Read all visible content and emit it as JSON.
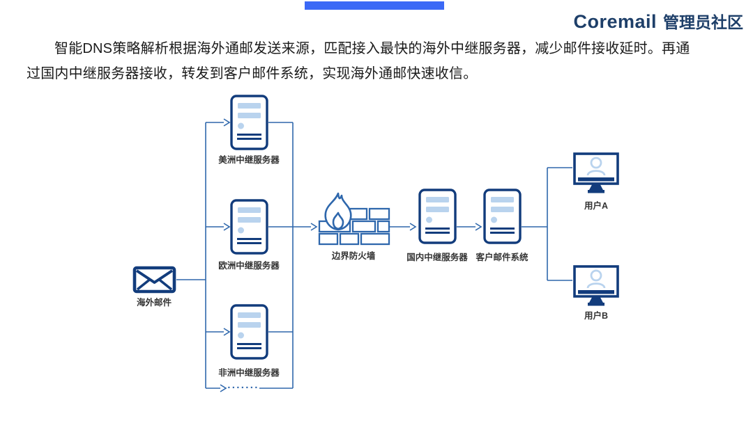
{
  "header": {
    "accent_bar_color": "#3b69f6",
    "logo": {
      "brand": "Coremail",
      "community": "管理员社区"
    }
  },
  "description": {
    "line1": "智能DNS策略解析根据海外通邮发送来源，匹配接入最快的海外中继服务器，减少邮件接收延时。再通",
    "line2": "过国内中继服务器接收，转发到客户邮件系统，实现海外通邮快速收信。"
  },
  "diagram": {
    "colors": {
      "outline_navy": "#123c7c",
      "fill_light_blue": "#b9d3ee",
      "connector_blue": "#2e67ac"
    },
    "nodes": {
      "overseas_mail": {
        "label": "海外邮件"
      },
      "relay_america": {
        "label": "美洲中继服务器"
      },
      "relay_europe": {
        "label": "欧洲中继服务器"
      },
      "relay_africa": {
        "label": "非洲中继服务器"
      },
      "more_relays_dots": {
        "label": "·······"
      },
      "border_firewall": {
        "label": "边界防火墙"
      },
      "relay_domestic": {
        "label": "国内中继服务器"
      },
      "customer_mail_system": {
        "label": "客户邮件系统"
      },
      "user_a": {
        "label": "用户A"
      },
      "user_b": {
        "label": "用户B"
      }
    }
  }
}
